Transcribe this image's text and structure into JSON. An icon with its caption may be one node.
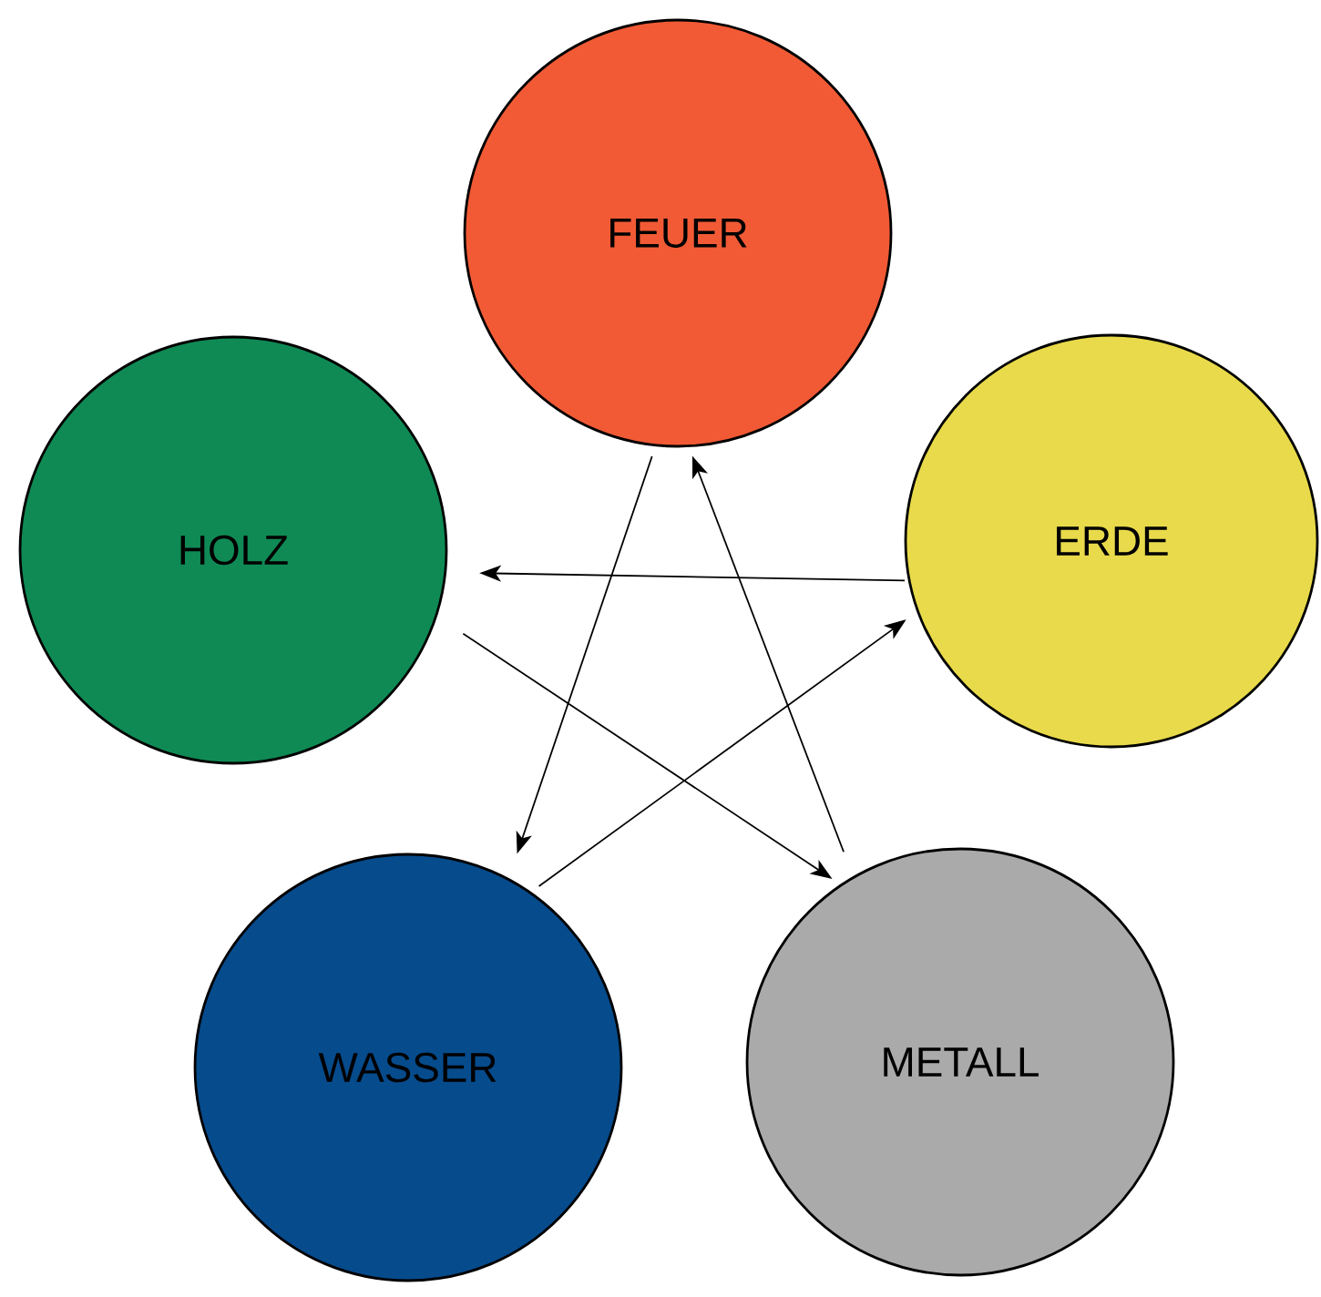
{
  "diagram": {
    "nodes": [
      {
        "text": [
          "FEUER"
        ]
      },
      {
        "text": [
          "HOLZ"
        ]
      },
      {
        "text": [
          "ERDE"
        ]
      },
      {
        "text": [
          "WASSER"
        ]
      },
      {
        "text": [
          "METALL"
        ]
      }
    ],
    "edges": [
      {
        "from": 0,
        "to": 3,
        "arrow": "to"
      },
      {
        "from": 4,
        "to": 0,
        "arrow": "to"
      },
      {
        "from": 2,
        "to": 1,
        "arrow": "to"
      },
      {
        "from": 3,
        "to": 2,
        "arrow": "to"
      },
      {
        "from": 1,
        "to": 4,
        "arrow": "to"
      }
    ]
  }
}
